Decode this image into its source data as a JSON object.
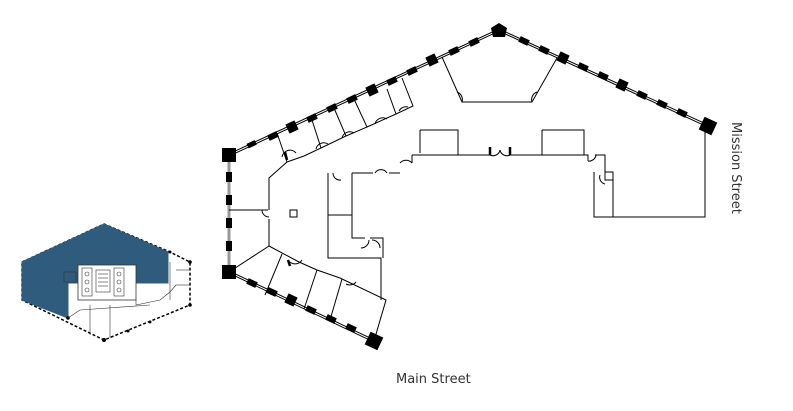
{
  "labels": {
    "bottom_street": "Main Street",
    "right_street": "Mission Street"
  },
  "minimap": {
    "highlight_color": "#2f5c7c",
    "description": "Key plan showing highlighted suite location on floor"
  },
  "floorplan": {
    "wall_color": "#000000",
    "window_color": "#555555"
  }
}
